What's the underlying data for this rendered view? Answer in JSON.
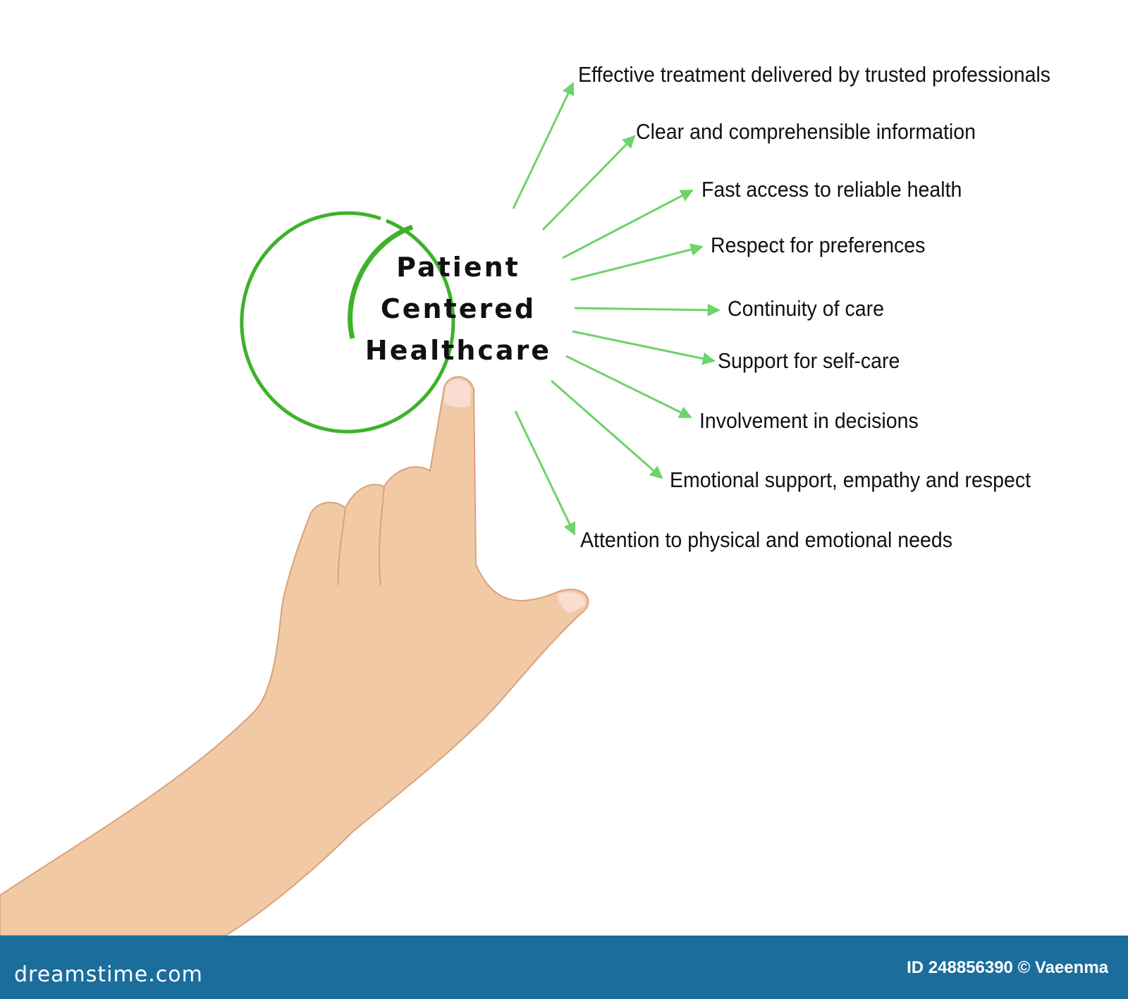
{
  "diagram": {
    "center_lines": [
      "Patient",
      "Centered",
      "Healthcare"
    ],
    "accent_color": "#3db22a",
    "arrow_color": "#6dd36a",
    "items": [
      "Effective treatment delivered by trusted professionals",
      "Clear and comprehensible information",
      "Fast access to reliable health",
      "Respect for preferences",
      "Continuity of care",
      "Support for self-care",
      "Involvement in decisions",
      "Emotional support, empathy and respect",
      "Attention to physical and emotional needs"
    ]
  },
  "footer": {
    "brand": "dreamstime.com",
    "credit": "ID 248856390 © Vaeenma",
    "background": "#1b6e9c"
  }
}
